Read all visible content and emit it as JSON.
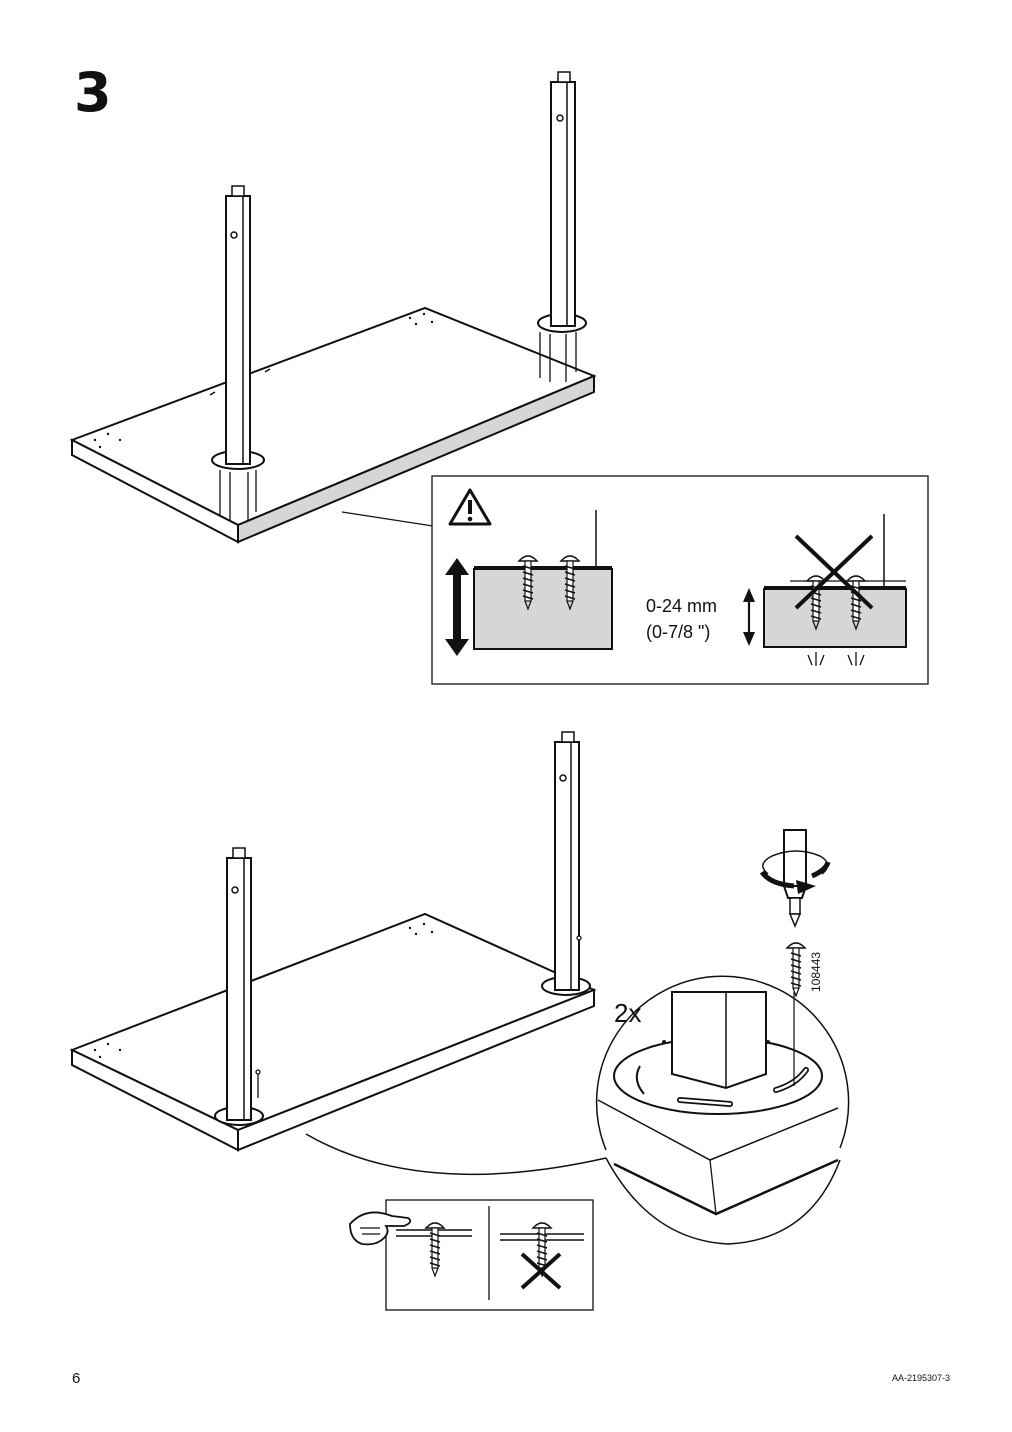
{
  "page": {
    "step_number": "3",
    "page_number": "6",
    "doc_code": "AA-2195307-3"
  },
  "depth_callout": {
    "range_mm": "0-24 mm",
    "range_in": "(0-7/8  \")"
  },
  "screw_detail": {
    "quantity": "2x",
    "part_number": "108443"
  },
  "icons": [
    "warning-triangle-icon",
    "double-arrow-icon",
    "cross-mark-icon",
    "rotate-clockwise-icon",
    "pointing-hand-icon",
    "screwdriver-icon",
    "screw-icon"
  ]
}
